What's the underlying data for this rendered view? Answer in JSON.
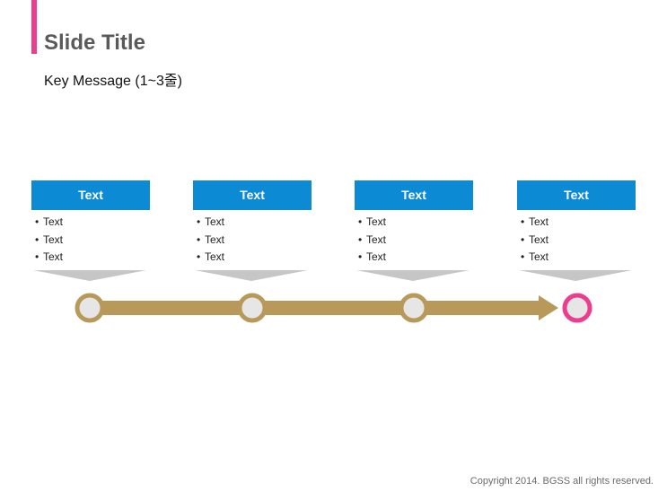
{
  "slide": {
    "title": "Slide Title",
    "key_message": "Key Message (1~3줄)"
  },
  "colors": {
    "accent": "#ec3d8f",
    "header_blue": "#0d8ad4",
    "timeline_gold": "#b8995a",
    "pointer_gray": "#c6c6c6",
    "node_fill": "#e6e6e6"
  },
  "steps": [
    {
      "header": "Text",
      "items": [
        "Text",
        "Text",
        "Text"
      ]
    },
    {
      "header": "Text",
      "items": [
        "Text",
        "Text",
        "Text"
      ]
    },
    {
      "header": "Text",
      "items": [
        "Text",
        "Text",
        "Text"
      ]
    },
    {
      "header": "Text",
      "items": [
        "Text",
        "Text",
        "Text"
      ]
    }
  ],
  "bullet_symbol": "•",
  "footer": {
    "copyright": "Copyright 2014. BGSS all rights reserved."
  }
}
